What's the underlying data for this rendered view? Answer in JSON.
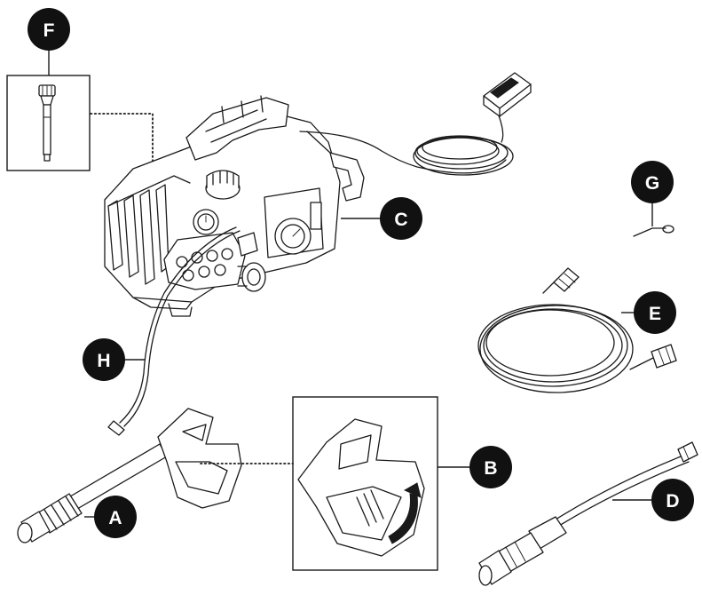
{
  "callouts": {
    "a": "A",
    "b": "B",
    "c": "C",
    "d": "D",
    "e": "E",
    "f": "F",
    "g": "G",
    "h": "H"
  },
  "colors": {
    "line": "#1a1a1a",
    "callout_fill": "#111111",
    "callout_text": "#ffffff",
    "background": "#ffffff"
  }
}
